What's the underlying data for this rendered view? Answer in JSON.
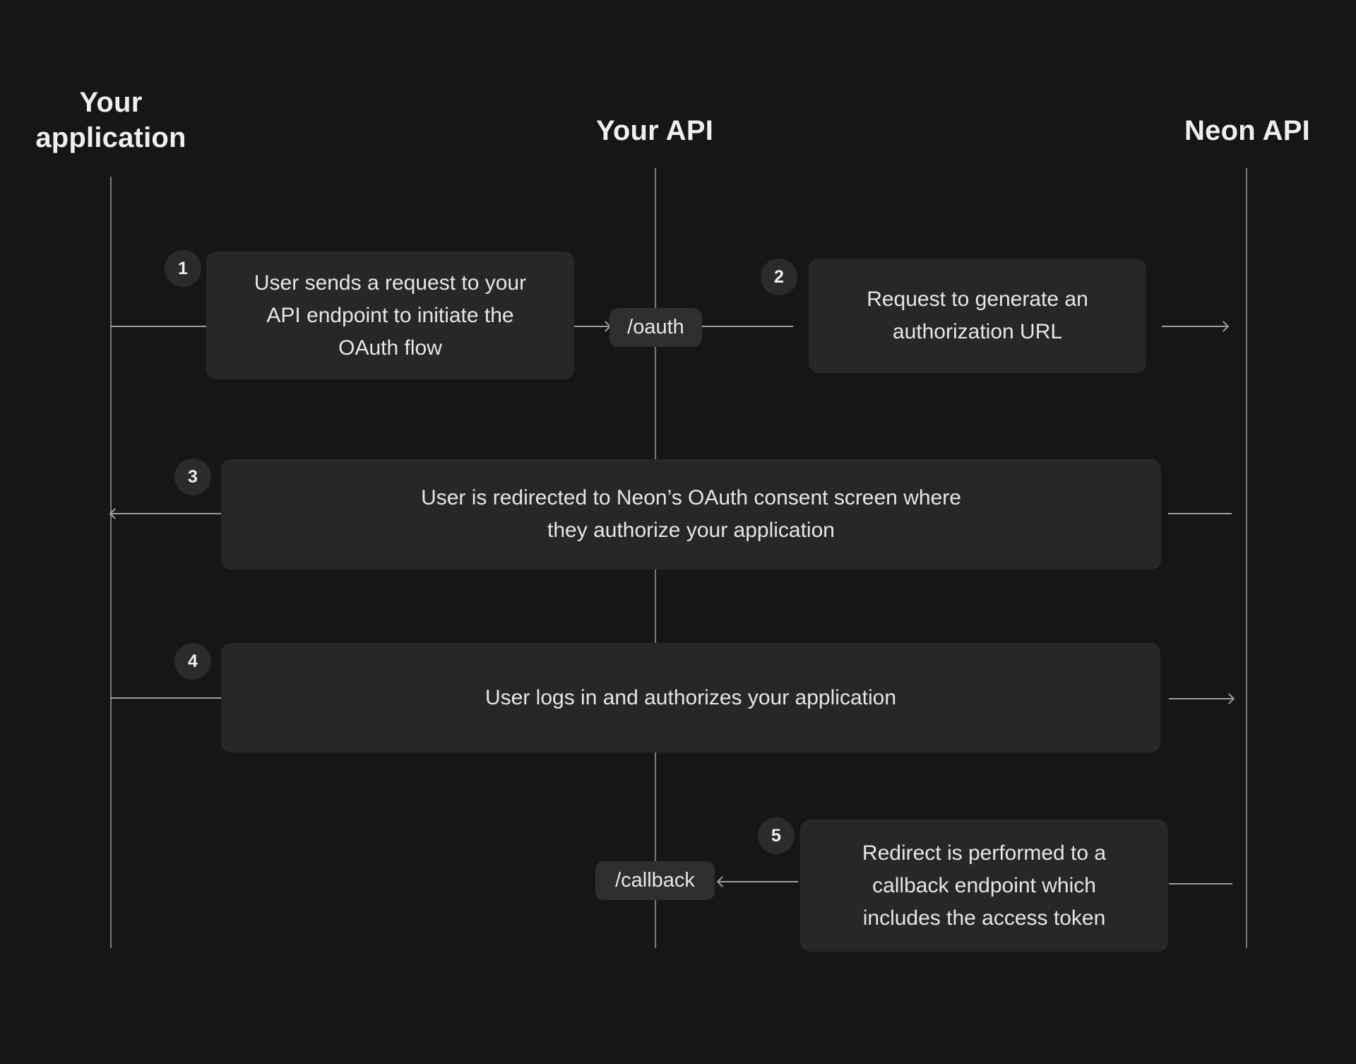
{
  "colors": {
    "background": "#161616",
    "box": "#272727",
    "chip": "#2f2f2f",
    "badge": "#2b2b2b",
    "text": "#e6e6e6",
    "heading": "#efefef",
    "line": "#9e9e9e"
  },
  "actors": {
    "app": {
      "line1": "Your",
      "line2": "application"
    },
    "api": {
      "label": "Your API"
    },
    "neon": {
      "label": "Neon API"
    }
  },
  "steps": {
    "s1": {
      "badge": "1",
      "lines": [
        "User sends a request to your",
        "API endpoint to initiate the",
        "OAuth flow"
      ]
    },
    "s2": {
      "badge": "2",
      "lines": [
        "Request to generate an",
        "authorization URL"
      ]
    },
    "s3": {
      "badge": "3",
      "lines": [
        "User is redirected to Neon’s OAuth consent screen where",
        "they authorize your application"
      ]
    },
    "s4": {
      "badge": "4",
      "lines": [
        "User logs in and authorizes your application"
      ]
    },
    "s5": {
      "badge": "5",
      "lines": [
        "Redirect is performed to a",
        "callback endpoint which",
        "includes the access token"
      ]
    }
  },
  "endpoints": {
    "oauth": "/oauth",
    "callback": "/callback"
  }
}
